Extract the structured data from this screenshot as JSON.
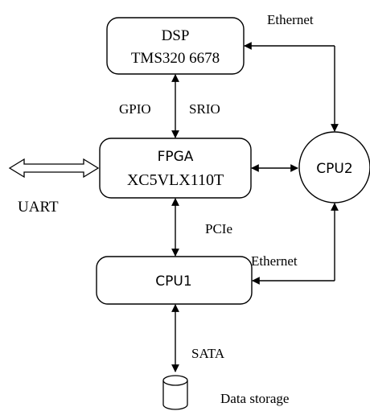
{
  "blocks": {
    "dsp": {
      "line1": "DSP",
      "line2": "TMS320 6678"
    },
    "fpga": {
      "line1": "FPGA",
      "line2": "XC5VLX110T"
    },
    "cpu1": {
      "label": "CPU1"
    },
    "cpu2": {
      "label": "CPU2"
    },
    "storage": {
      "label": "Data storage"
    }
  },
  "links": {
    "gpio": "GPIO",
    "srio": "SRIO",
    "uart": "UART",
    "pcie": "PCIe",
    "sata": "SATA",
    "ethernet_top": "Ethernet",
    "ethernet_bottom": "Ethernet"
  }
}
